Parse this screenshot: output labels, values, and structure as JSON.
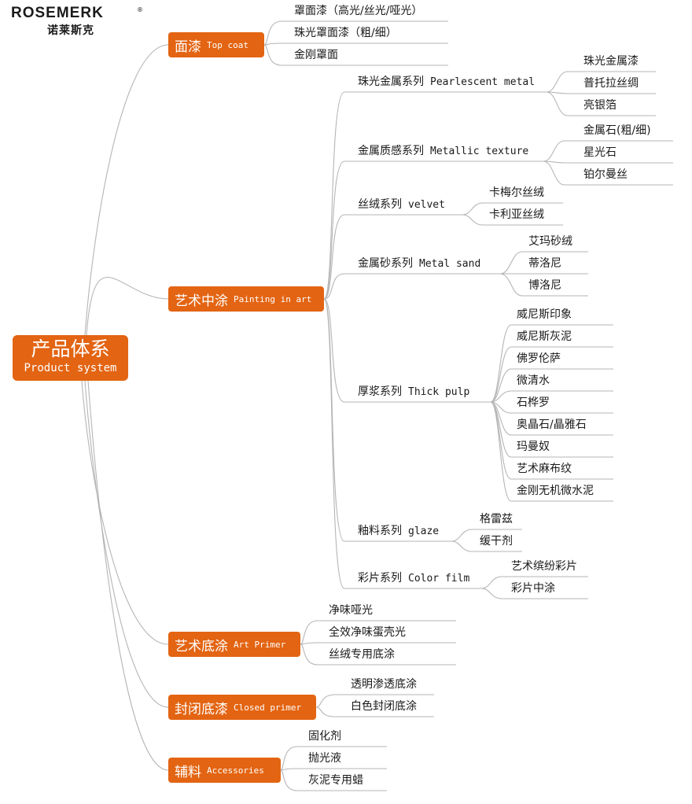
{
  "brand": {
    "name_en": "ROSEMERK",
    "registered": "®",
    "name_cn": "诺莱斯克"
  },
  "root": {
    "label_cn": "产品体系",
    "label_en": "Product system"
  },
  "categories": [
    {
      "label_cn": "面漆",
      "label_en": "Top coat",
      "items": [
        "罩面漆（高光/丝光/哑光）",
        "珠光罩面漆（粗/细）",
        "金刚罩面"
      ]
    },
    {
      "label_cn": "艺术中涂",
      "label_en": "Painting in art",
      "series": [
        {
          "label_cn": "珠光金属系列",
          "label_en": "Pearlescent metal",
          "items": [
            "珠光金属漆",
            "普托拉丝绸",
            "亮银箔"
          ]
        },
        {
          "label_cn": "金属质感系列",
          "label_en": "Metallic texture",
          "items": [
            "金属石(粗/细)",
            "星光石",
            "铂尔曼丝"
          ]
        },
        {
          "label_cn": "丝绒系列",
          "label_en": "velvet",
          "items": [
            "卡梅尔丝绒",
            "卡利亚丝绒"
          ]
        },
        {
          "label_cn": "金属砂系列",
          "label_en": "Metal sand",
          "items": [
            "艾玛砂绒",
            "蒂洛尼",
            "博洛尼"
          ]
        },
        {
          "label_cn": "厚浆系列",
          "label_en": "Thick pulp",
          "items": [
            "威尼斯印象",
            "威尼斯灰泥",
            "佛罗伦萨",
            "微清水",
            "石桦罗",
            "奥晶石/晶雅石",
            "玛曼奴",
            "艺术麻布纹",
            "金刚无机微水泥"
          ]
        },
        {
          "label_cn": "釉料系列",
          "label_en": "glaze",
          "items": [
            "格雷兹",
            "缓干剂"
          ]
        },
        {
          "label_cn": "彩片系列",
          "label_en": "Color film",
          "items": [
            "艺术缤纷彩片",
            "彩片中涂"
          ]
        }
      ]
    },
    {
      "label_cn": "艺术底涂",
      "label_en": "Art Primer",
      "items": [
        "净味哑光",
        "全效净味蛋壳光",
        "丝绒专用底涂"
      ]
    },
    {
      "label_cn": "封闭底漆",
      "label_en": "Closed primer",
      "items": [
        "透明渗透底涂",
        "白色封闭底涂"
      ]
    },
    {
      "label_cn": "辅料",
      "label_en": "Accessories",
      "items": [
        "固化剂",
        "抛光液",
        "灰泥专用蜡"
      ]
    }
  ],
  "colors": {
    "accent": "#e36412",
    "line": "#b5b5b5",
    "text": "#1a1a1a"
  }
}
